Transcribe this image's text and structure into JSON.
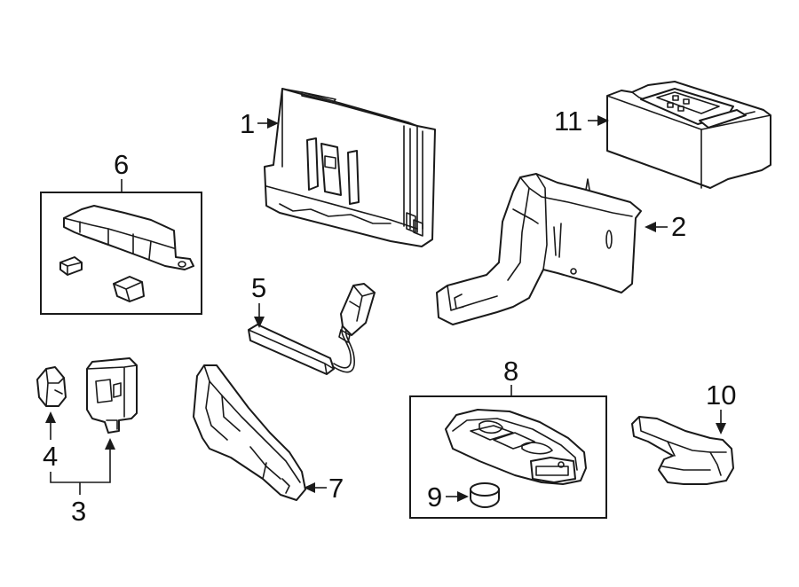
{
  "callouts": {
    "c1": "1",
    "c2": "2",
    "c3": "3",
    "c4": "4",
    "c5": "5",
    "c6": "6",
    "c7": "7",
    "c8": "8",
    "c9": "9",
    "c10": "10",
    "c11": "11"
  },
  "colors": {
    "line": "#1a1a1a",
    "background": "#ffffff"
  },
  "parts": [
    "control-module-1",
    "bracket-2",
    "sensor-pair-3",
    "clip-4",
    "antenna-5",
    "bracket-kit-6",
    "bracket-7",
    "key-fob-8",
    "battery-9",
    "cover-10",
    "module-11"
  ]
}
